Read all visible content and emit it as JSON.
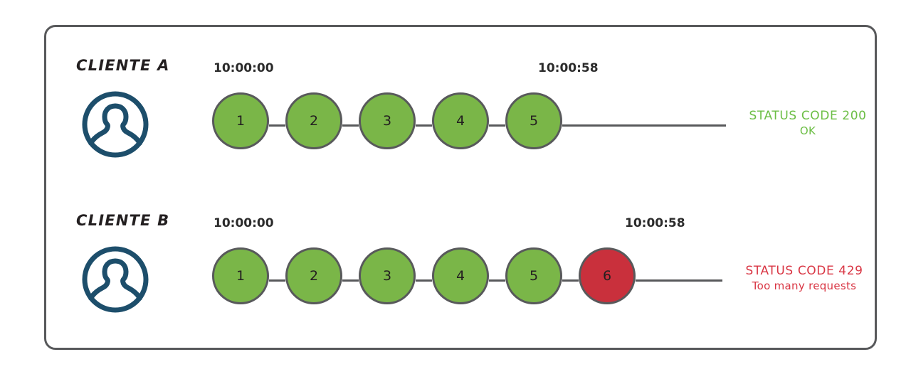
{
  "diagram": {
    "title_visible": false,
    "colors": {
      "node_ok": "#7ab648",
      "node_blocked": "#c9303c",
      "node_border": "#58595b",
      "frame_border": "#58595b",
      "avatar": "#1d4e6b",
      "status_ok_text": "#6cbe45",
      "status_error_text": "#d93644",
      "timestamp_text": "#2b2b2b",
      "label_text": "#231f20"
    },
    "rows": [
      {
        "id": "client-a",
        "label": "CLIENTE A",
        "avatar_icon": "user-avatar-icon",
        "timestamp_start": "10:00:00",
        "timestamp_end": "10:00:58",
        "nodes": [
          {
            "label": "1",
            "state": "ok"
          },
          {
            "label": "2",
            "state": "ok"
          },
          {
            "label": "3",
            "state": "ok"
          },
          {
            "label": "4",
            "state": "ok"
          },
          {
            "label": "5",
            "state": "ok"
          }
        ],
        "status": {
          "code": "STATUS CODE 200",
          "detail": "OK",
          "state": "ok"
        }
      },
      {
        "id": "client-b",
        "label": "CLIENTE B",
        "avatar_icon": "user-avatar-icon",
        "timestamp_start": "10:00:00",
        "timestamp_end": "10:00:58",
        "nodes": [
          {
            "label": "1",
            "state": "ok"
          },
          {
            "label": "2",
            "state": "ok"
          },
          {
            "label": "3",
            "state": "ok"
          },
          {
            "label": "4",
            "state": "ok"
          },
          {
            "label": "5",
            "state": "ok"
          },
          {
            "label": "6",
            "state": "blocked"
          }
        ],
        "status": {
          "code": "STATUS CODE 429",
          "detail": "Too many requests",
          "state": "error"
        }
      }
    ]
  }
}
